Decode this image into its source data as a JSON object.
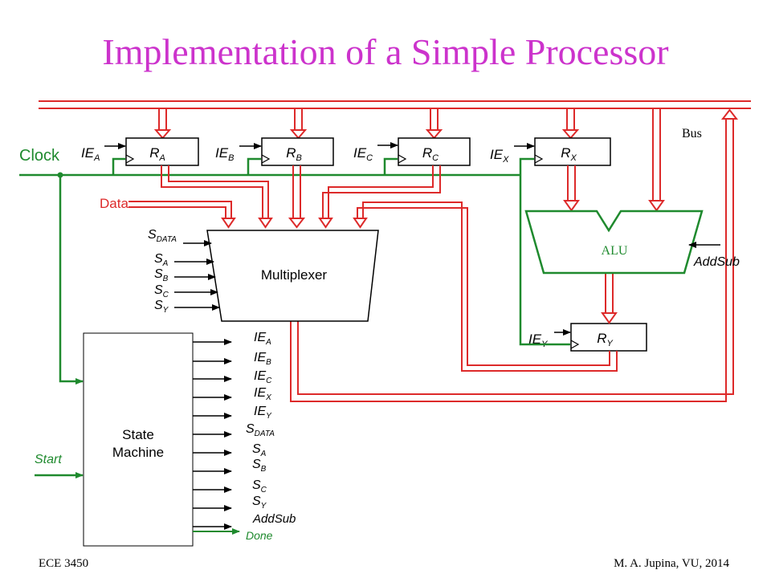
{
  "title": "Implementation of a Simple Processor",
  "footer": {
    "left": "ECE 3450",
    "right": "M. A. Jupina, VU, 2014"
  },
  "labels": {
    "clock": "Clock",
    "data": "Data",
    "bus": "Bus",
    "alu": "ALU",
    "addsub": "AddSub",
    "multiplexer": "Multiplexer",
    "state_machine_line1": "State",
    "state_machine_line2": "Machine",
    "start": "Start",
    "done": "Done"
  },
  "registers": [
    {
      "id": "a",
      "name": "R",
      "sub": "A",
      "enable": "IE",
      "enable_sub": "A"
    },
    {
      "id": "b",
      "name": "R",
      "sub": "B",
      "enable": "IE",
      "enable_sub": "B"
    },
    {
      "id": "c",
      "name": "R",
      "sub": "C",
      "enable": "IE",
      "enable_sub": "C"
    },
    {
      "id": "x",
      "name": "R",
      "sub": "X",
      "enable": "IE",
      "enable_sub": "X"
    },
    {
      "id": "y",
      "name": "R",
      "sub": "Y",
      "enable": "IE",
      "enable_sub": "Y"
    }
  ],
  "mux_selects": [
    {
      "main": "S",
      "sub": "DATA"
    },
    {
      "main": "S",
      "sub": "A"
    },
    {
      "main": "S",
      "sub": "B"
    },
    {
      "main": "S",
      "sub": "C"
    },
    {
      "main": "S",
      "sub": "Y"
    }
  ],
  "state_machine_outputs": [
    {
      "main": "IE",
      "sub": "A"
    },
    {
      "main": "IE",
      "sub": "B"
    },
    {
      "main": "IE",
      "sub": "C"
    },
    {
      "main": "IE",
      "sub": "X"
    },
    {
      "main": "IE",
      "sub": "Y"
    },
    {
      "main": "S",
      "sub": "DATA"
    },
    {
      "main": "S",
      "sub": "A"
    },
    {
      "main": "S",
      "sub": "B"
    },
    {
      "main": "S",
      "sub": "C"
    },
    {
      "main": "S",
      "sub": "Y"
    },
    {
      "main": "AddSub",
      "sub": ""
    }
  ],
  "colors": {
    "title": "#cc33cc",
    "bus": "#dd2a2a",
    "control": "#1f8a2e",
    "wire": "#000000"
  }
}
